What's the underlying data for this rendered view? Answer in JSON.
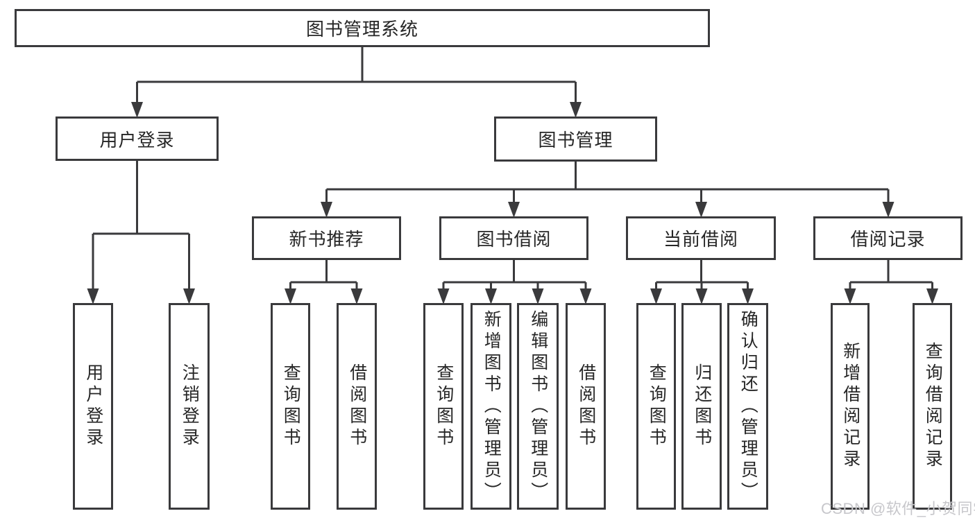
{
  "colors": {
    "line": "#3a3a3c",
    "text": "#262626",
    "watermark": "#c7c7cb",
    "background": "#ffffff"
  },
  "watermark": "CSDN @软件_小贺同学",
  "tree": {
    "label": "图书管理系统",
    "children": [
      {
        "label": "用户登录",
        "children": [
          {
            "label": "用户登录"
          },
          {
            "label": "注销登录"
          }
        ]
      },
      {
        "label": "图书管理",
        "children": [
          {
            "label": "新书推荐",
            "children": [
              {
                "label": "查询图书"
              },
              {
                "label": "借阅图书"
              }
            ]
          },
          {
            "label": "图书借阅",
            "children": [
              {
                "label": "查询图书"
              },
              {
                "label": "新增图书（管理员）"
              },
              {
                "label": "编辑图书（管理员）"
              },
              {
                "label": "借阅图书"
              }
            ]
          },
          {
            "label": "当前借阅",
            "children": [
              {
                "label": "查询图书"
              },
              {
                "label": "归还图书"
              },
              {
                "label": "确认归还（管理员）"
              }
            ]
          },
          {
            "label": "借阅记录",
            "children": [
              {
                "label": "新增借阅记录"
              },
              {
                "label": "查询借阅记录"
              }
            ]
          }
        ]
      }
    ]
  }
}
